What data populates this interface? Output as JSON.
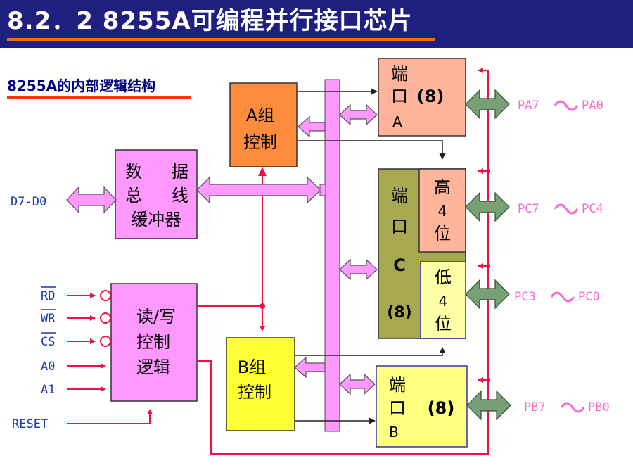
{
  "title": "8.2．2  8255A可编程并行接口芯片",
  "subtitle": "8255A的内部逻辑结构",
  "colors": {
    "title_bg": "#1f1f80",
    "title_underline": "#ff6600",
    "group_a_fill": "#ff8c3c",
    "port_a_fill": "#ffb49b",
    "port_c_fill": "#a8a850",
    "port_c_high_fill": "#ffb49b",
    "port_c_low_fill": "#ffffa8",
    "port_b_fill": "#ffff80",
    "group_b_fill": "#ffff33",
    "bus_buffer_fill": "#ff99ff",
    "rw_logic_fill": "#ff99ff",
    "internal_bus_fill": "#ff99ff",
    "bus_arrow_fill": "#ff99ff",
    "io_arrow_fill": "#77a077",
    "signal_color": "#ee1144",
    "pin_label_color": "#1a3aaa",
    "port_label_color": "#ff66cc"
  },
  "blocks": {
    "group_a": {
      "line1": "A组",
      "line2": "控制"
    },
    "group_b": {
      "line1": "B组",
      "line2": "控制"
    },
    "port_a": {
      "line1": "端",
      "line2": "口",
      "width": "(8)",
      "name": "A"
    },
    "port_b": {
      "line1": "端",
      "line2": "口",
      "width": "(8)",
      "name": "B"
    },
    "port_c": {
      "line1": "端",
      "line2": "口",
      "name": "C",
      "width": "(8)"
    },
    "port_c_high": {
      "line1": "高",
      "line2": "4",
      "line3": "位"
    },
    "port_c_low": {
      "line1": "低",
      "line2": "4",
      "line3": "位"
    },
    "data_bus_buffer": {
      "line1a": "数",
      "line1b": "据",
      "line2a": "总",
      "line2b": "线",
      "line3": "缓冲器"
    },
    "rw_logic": {
      "line1": "读/写",
      "line2": "控制",
      "line3": "逻辑"
    }
  },
  "pins": {
    "data": "D7-D0",
    "rd": "RD",
    "wr": "WR",
    "cs": "CS",
    "a0": "A0",
    "a1": "A1",
    "reset": "RESET"
  },
  "ports_out": {
    "pa": {
      "left": "PA7",
      "right": "PA0"
    },
    "pc_high": {
      "left": "PC7",
      "right": "PC4"
    },
    "pc_low": {
      "left": "PC3",
      "right": "PC0"
    },
    "pb": {
      "left": "PB7",
      "right": "PB0"
    }
  }
}
